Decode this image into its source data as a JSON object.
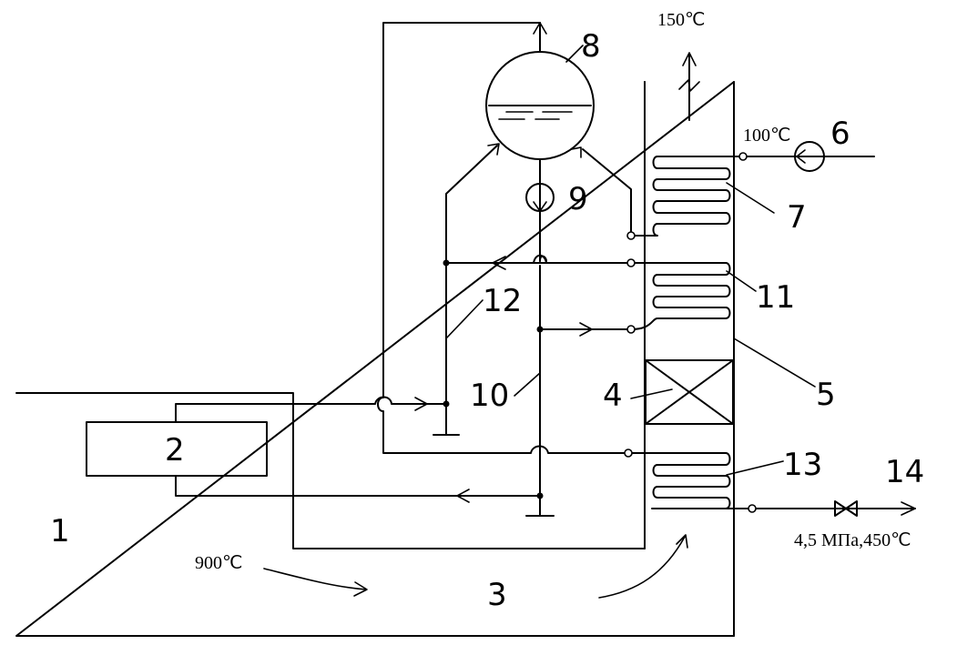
{
  "labels": {
    "n1": "1",
    "n2": "2",
    "n3": "3",
    "n4": "4",
    "n5": "5",
    "n6": "6",
    "n7": "7",
    "n8": "8",
    "n9": "9",
    "n10": "10",
    "n11": "11",
    "n12": "12",
    "n13": "13",
    "n14": "14"
  },
  "temps": {
    "exhaust": "150℃",
    "feed": "100℃",
    "furnace": "900℃",
    "outlet": "4,5 МПа,450℃"
  }
}
